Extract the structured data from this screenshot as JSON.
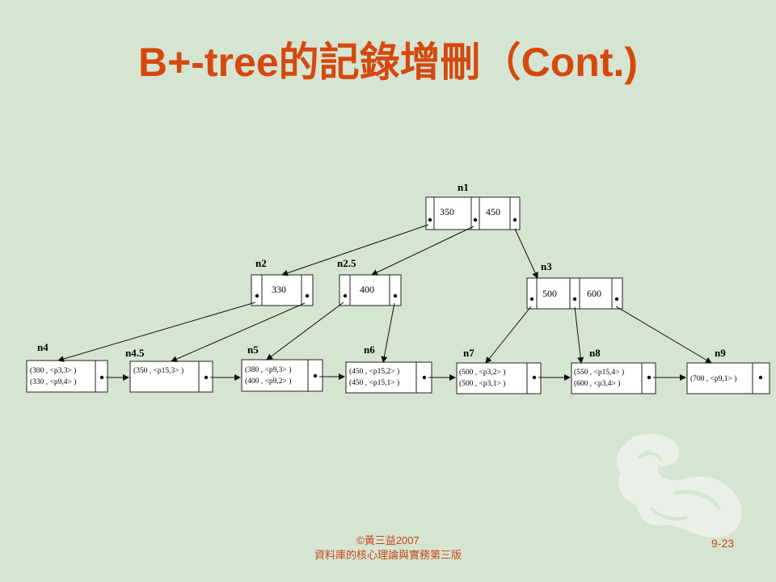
{
  "slide": {
    "title": "B+-tree的記錄增刪（Cont.)",
    "footer_line1": "©黃三益2007",
    "footer_line2": "資料庫的核心理論與實務第三版",
    "page_number": "9-23"
  },
  "tree": {
    "internal_nodes": [
      {
        "id": "n1",
        "label": "n1",
        "keys": [
          "350",
          "450"
        ]
      },
      {
        "id": "n2",
        "label": "n2",
        "keys": [
          "330"
        ]
      },
      {
        "id": "n2_5",
        "label": "n2.5",
        "keys": [
          "400"
        ]
      },
      {
        "id": "n3",
        "label": "n3",
        "keys": [
          "500",
          "600"
        ]
      }
    ],
    "leaf_nodes": [
      {
        "id": "n4",
        "label": "n4",
        "entries": [
          "(300 , <p3,3> )",
          "(330 , <p9,4> )"
        ]
      },
      {
        "id": "n4_5",
        "label": "n4.5",
        "entries": [
          "(350 , <p15,3> )"
        ]
      },
      {
        "id": "n5",
        "label": "n5",
        "entries": [
          "(380 , <p9,3> )",
          "(400 , <p9,2> )"
        ]
      },
      {
        "id": "n6",
        "label": "n6",
        "entries": [
          "(450 , <p15,2> )",
          "(450 , <p15,1> )"
        ]
      },
      {
        "id": "n7",
        "label": "n7",
        "entries": [
          "(500 , <p3,2> )",
          "(500 , <p3,1> )"
        ]
      },
      {
        "id": "n8",
        "label": "n8",
        "entries": [
          "(550 , <p15,4> )",
          "(600 , <p3,4> )"
        ]
      },
      {
        "id": "n9",
        "label": "n9",
        "entries": [
          "(700 , <p9,1> )"
        ]
      }
    ]
  },
  "colors": {
    "background": "#d6e4d2",
    "title": "#d4490f",
    "footer": "#c5481a"
  }
}
